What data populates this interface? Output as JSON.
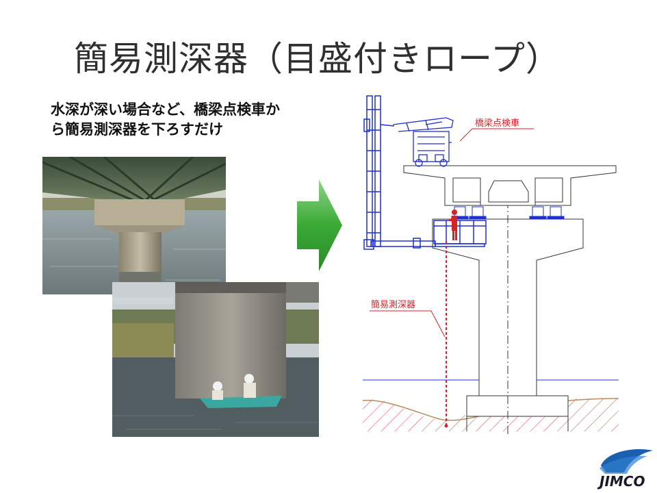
{
  "slide": {
    "title": "簡易測深器（目盛付きロープ）",
    "description_lines": [
      "水深が深い場合など、橋梁点検車か",
      "ら簡易測深器を下ろすだけ"
    ]
  },
  "diagram": {
    "label_truck": "橋梁点検車",
    "label_sounder": "簡易測深器"
  },
  "logo": {
    "text": "JIMCO"
  },
  "colors": {
    "title": "#2f2f2f",
    "drawing_blue": "#1f2fd0",
    "label_red": "#d8222a",
    "arrow_green": "#3aa935",
    "boat": "#3aa8a0"
  }
}
